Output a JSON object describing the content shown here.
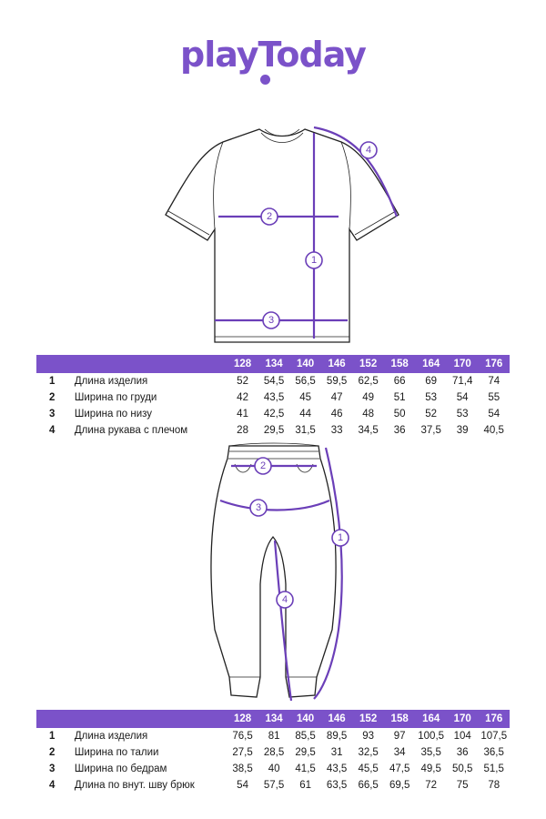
{
  "brand": {
    "name": "playToday"
  },
  "colors": {
    "accent": "#7b52c9",
    "text": "#1a1a1a",
    "background": "#ffffff"
  },
  "shirt": {
    "markers": [
      "1",
      "2",
      "3",
      "4"
    ],
    "table": {
      "sizes": [
        "128",
        "134",
        "140",
        "146",
        "152",
        "158",
        "164",
        "170",
        "176"
      ],
      "rows": [
        {
          "num": "1",
          "label": "Длина изделия",
          "values": [
            "52",
            "54,5",
            "56,5",
            "59,5",
            "62,5",
            "66",
            "69",
            "71,4",
            "74"
          ]
        },
        {
          "num": "2",
          "label": "Ширина по груди",
          "values": [
            "42",
            "43,5",
            "45",
            "47",
            "49",
            "51",
            "53",
            "54",
            "55"
          ]
        },
        {
          "num": "3",
          "label": "Ширина по низу",
          "values": [
            "41",
            "42,5",
            "44",
            "46",
            "48",
            "50",
            "52",
            "53",
            "54"
          ]
        },
        {
          "num": "4",
          "label": "Длина рукава с плечом",
          "values": [
            "28",
            "29,5",
            "31,5",
            "33",
            "34,5",
            "36",
            "37,5",
            "39",
            "40,5"
          ]
        }
      ]
    }
  },
  "pants": {
    "markers": [
      "1",
      "2",
      "3",
      "4"
    ],
    "table": {
      "sizes": [
        "128",
        "134",
        "140",
        "146",
        "152",
        "158",
        "164",
        "170",
        "176"
      ],
      "rows": [
        {
          "num": "1",
          "label": "Длина изделия",
          "values": [
            "76,5",
            "81",
            "85,5",
            "89,5",
            "93",
            "97",
            "100,5",
            "104",
            "107,5"
          ]
        },
        {
          "num": "2",
          "label": "Ширина по талии",
          "values": [
            "27,5",
            "28,5",
            "29,5",
            "31",
            "32,5",
            "34",
            "35,5",
            "36",
            "36,5"
          ]
        },
        {
          "num": "3",
          "label": "Ширина по бедрам",
          "values": [
            "38,5",
            "40",
            "41,5",
            "43,5",
            "45,5",
            "47,5",
            "49,5",
            "50,5",
            "51,5"
          ]
        },
        {
          "num": "4",
          "label": "Длина по внут. шву брюк",
          "values": [
            "54",
            "57,5",
            "61",
            "63,5",
            "66,5",
            "69,5",
            "72",
            "75",
            "78"
          ]
        }
      ]
    }
  }
}
